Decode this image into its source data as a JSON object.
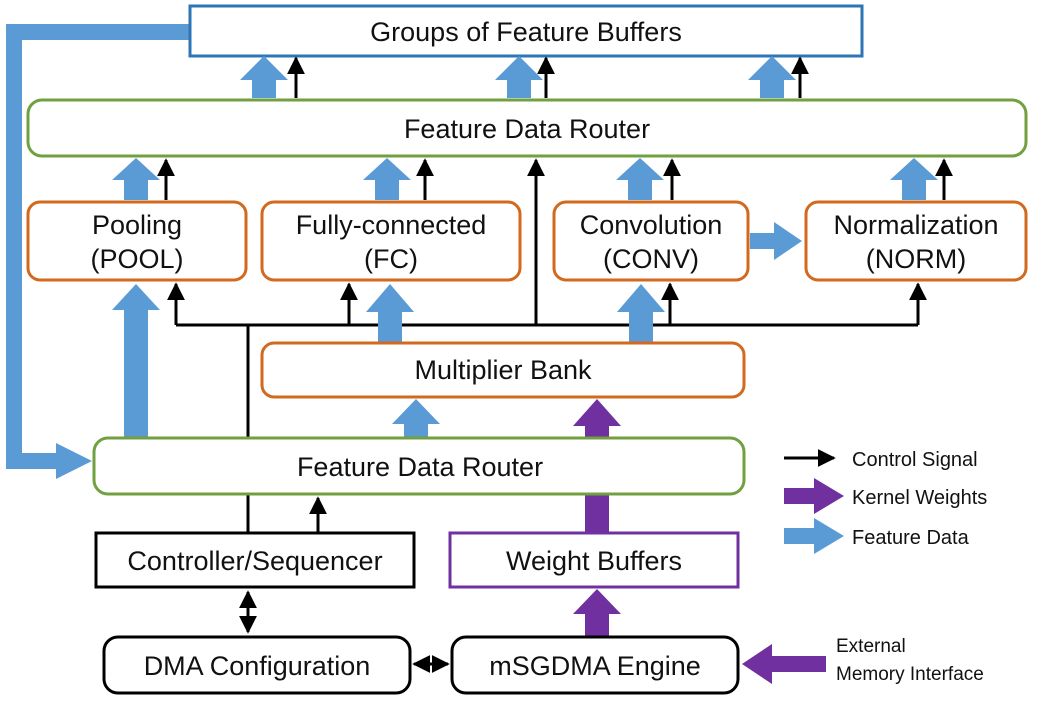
{
  "colors": {
    "control": "#000000",
    "kernel": "#7030a0",
    "feature": "#5b9bd5",
    "router_border": "#70a040",
    "layer_border": "#d2691e",
    "buffers_border": "#2e75b6",
    "weight_buffers_border": "#7030a0",
    "black_border": "#000000"
  },
  "blocks": {
    "groups_of_feature_buffers": "Groups of Feature Buffers",
    "feature_data_router_top": "Feature Data Router",
    "pool": {
      "line1": "Pooling",
      "line2": "(POOL)"
    },
    "fc": {
      "line1": "Fully-connected",
      "line2": "(FC)"
    },
    "conv": {
      "line1": "Convolution",
      "line2": "(CONV)"
    },
    "norm": {
      "line1": "Normalization",
      "line2": "(NORM)"
    },
    "multiplier_bank": "Multiplier Bank",
    "feature_data_router_bottom": "Feature Data Router",
    "controller_sequencer": "Controller/Sequencer",
    "weight_buffers": "Weight Buffers",
    "dma_configuration": "DMA Configuration",
    "msgdma_engine": "mSGDMA Engine",
    "external_memory_interface": {
      "line1": "External",
      "line2": "Memory Interface"
    }
  },
  "legend": {
    "control_signal": "Control Signal",
    "kernel_weights": "Kernel Weights",
    "feature_data": "Feature Data"
  }
}
